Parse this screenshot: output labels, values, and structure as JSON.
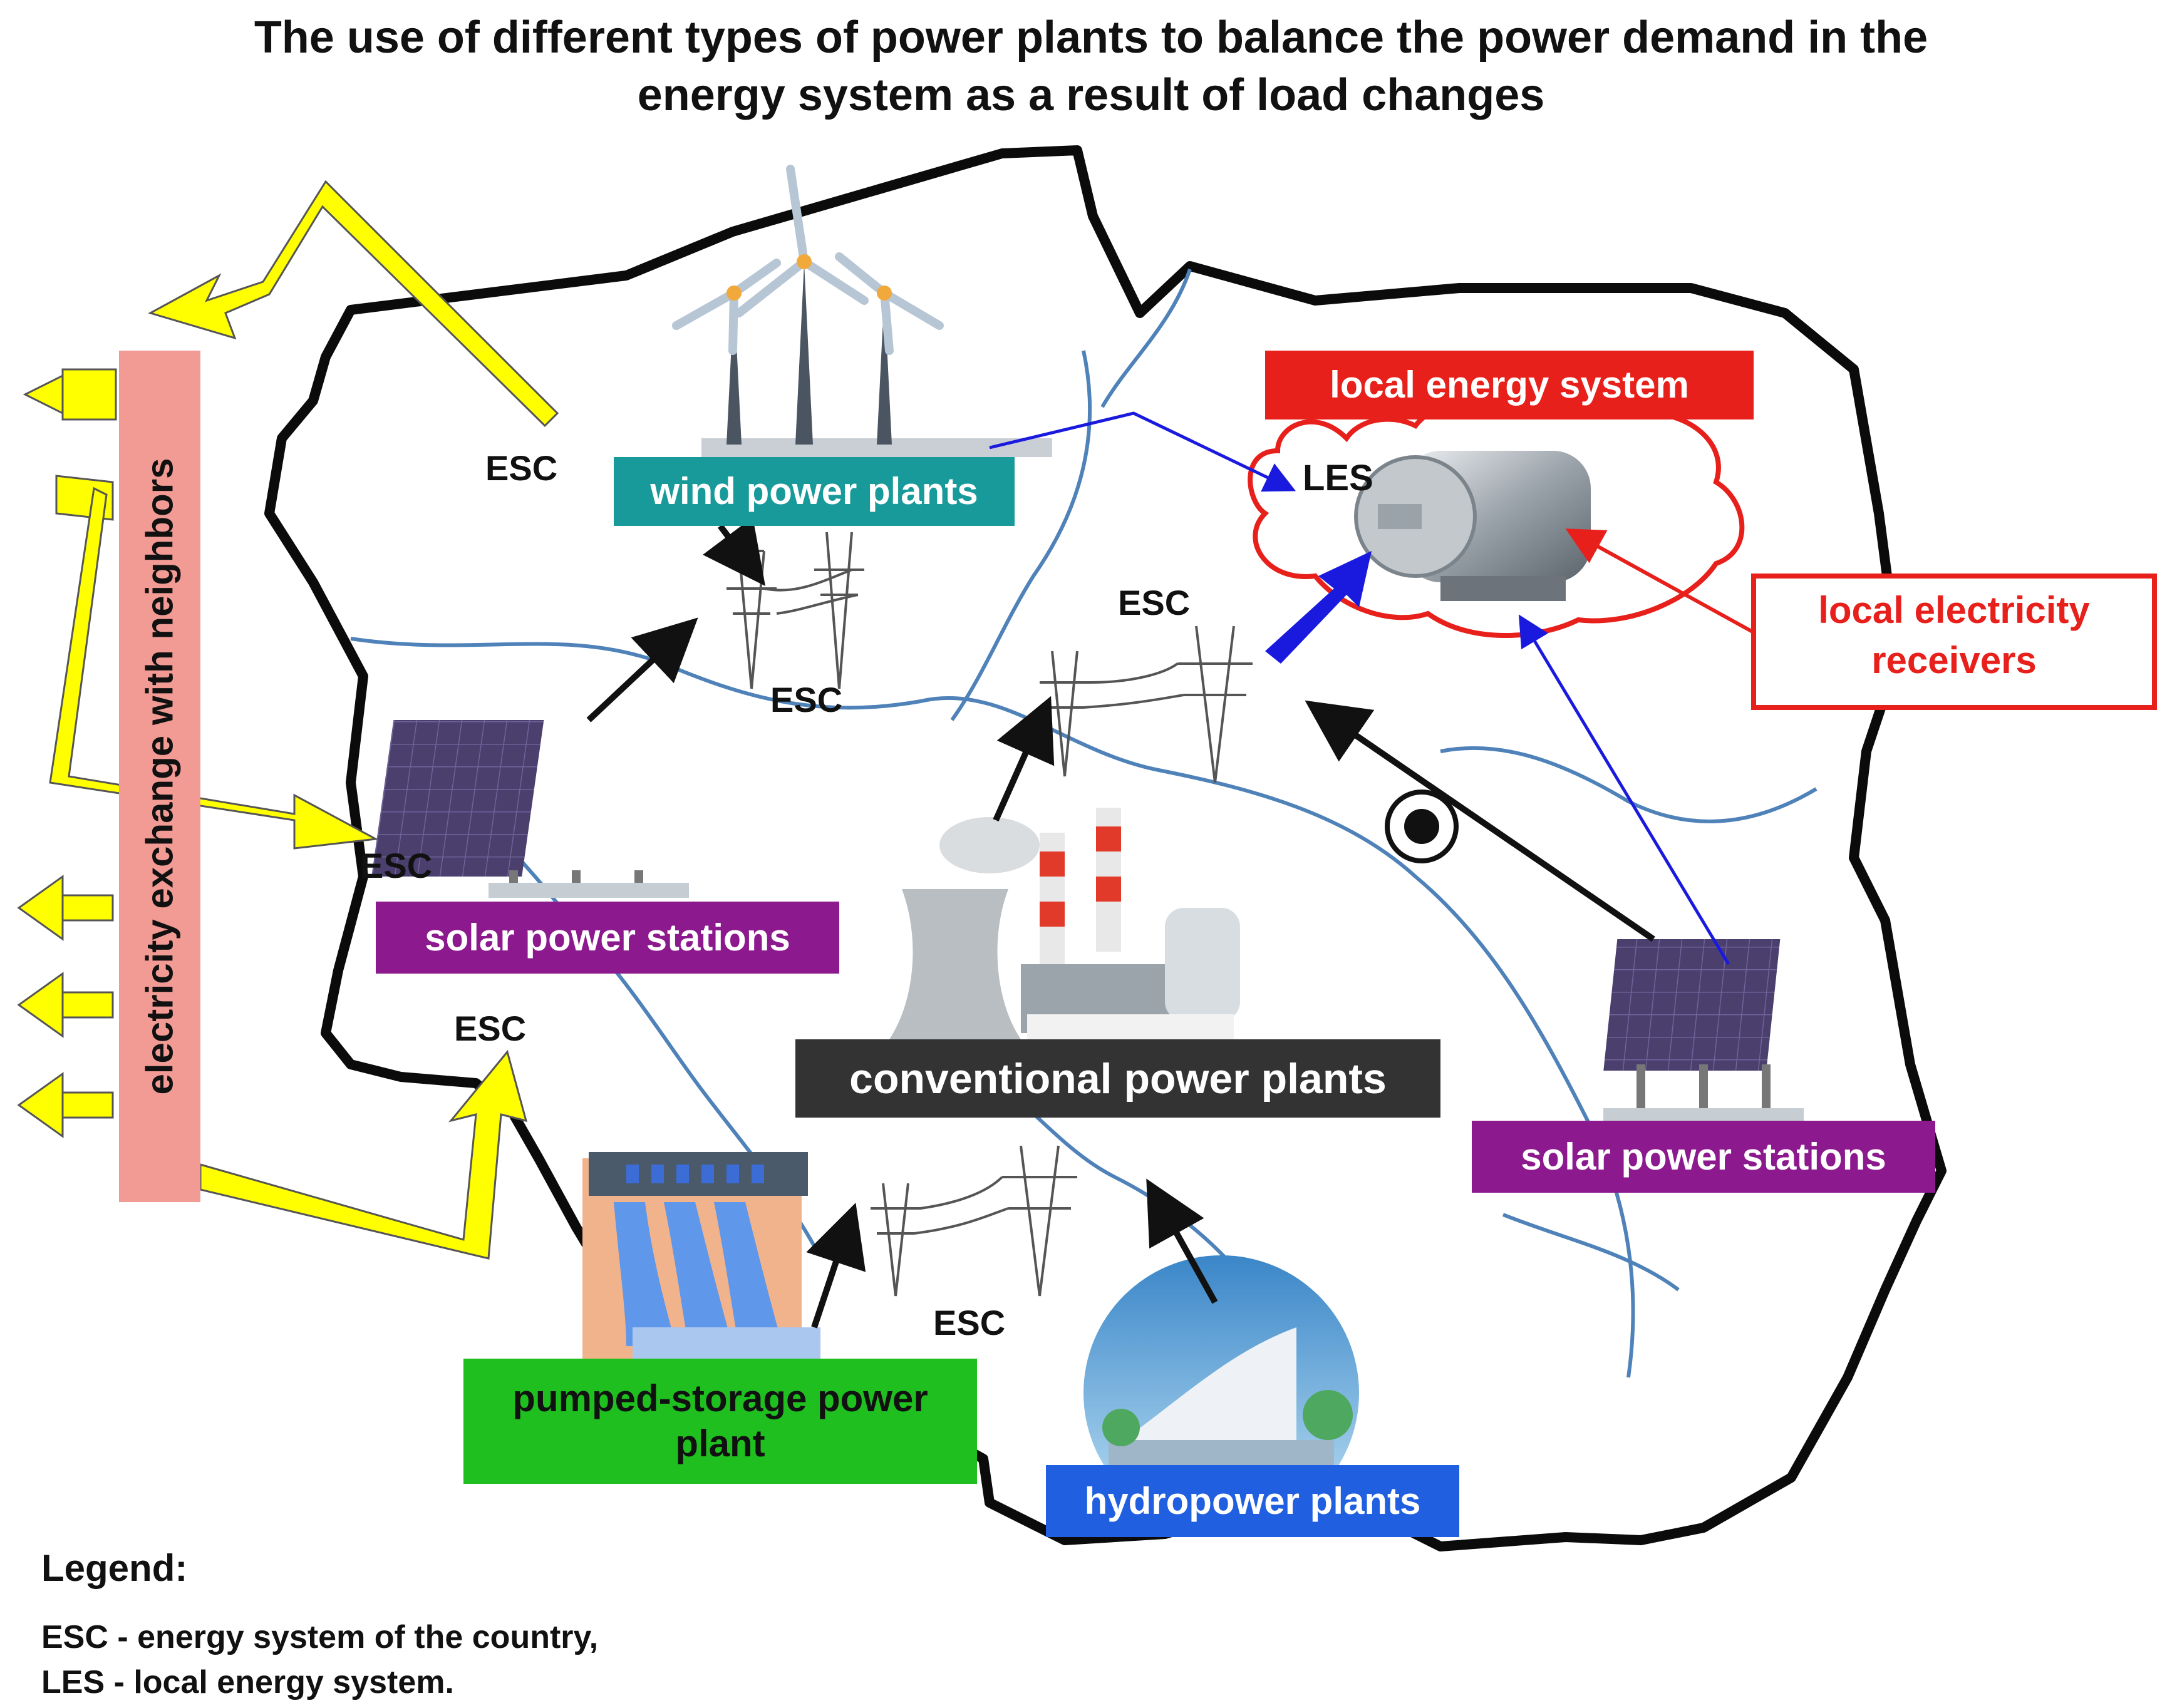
{
  "title": {
    "line1": "The use of different types of power plants to balance the power demand in the",
    "line2": "energy system as a result of load changes"
  },
  "labels": {
    "wind": "wind power plants",
    "local_energy_system": "local energy system",
    "les": "LES",
    "local_receivers_line1": "local electricity",
    "local_receivers_line2": "receivers",
    "exchange": "electricity exchange with neighbors",
    "solar_west": "solar power stations",
    "solar_east": "solar power stations",
    "conventional": "conventional power plants",
    "pumped_line1": "pumped-storage power",
    "pumped_line2": "plant",
    "hydro": "hydropower plants"
  },
  "esc_labels": [
    "ESC",
    "ESC",
    "ESC",
    "ESC",
    "ESC",
    "ESC"
  ],
  "legend": {
    "heading": "Legend:",
    "line1": "ESC - energy system of the country,",
    "line2": "LES - local energy system."
  },
  "colors": {
    "wind_box": "#199a9a",
    "les_red": "#e8201c",
    "exchange_box": "#f29b95",
    "solar_box": "#8c1a8e",
    "conventional_box": "#333333",
    "pumped_box": "#1fbf1f",
    "hydro_box": "#1f5fe0",
    "river": "#4f82b8",
    "yellow_arrow": "#ffff00",
    "blue_arrow": "#1a1adf"
  }
}
